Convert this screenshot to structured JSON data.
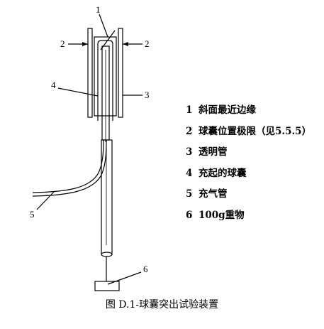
{
  "labels": {
    "l1": "1",
    "l2_left": "2",
    "l2_right": "2",
    "l3": "3",
    "l4": "4",
    "l5": "5",
    "l6": "6"
  },
  "legend": [
    {
      "num": "1",
      "text": "斜面最近边缘"
    },
    {
      "num": "2",
      "text": "球囊位置极限（见5.5.5）"
    },
    {
      "num": "3",
      "text": "透明管"
    },
    {
      "num": "4",
      "text": "充起的球囊"
    },
    {
      "num": "5",
      "text": "充气管"
    },
    {
      "num": "6",
      "text": "100g重物"
    }
  ],
  "caption": "图 D.1-球囊突出试验装置"
}
